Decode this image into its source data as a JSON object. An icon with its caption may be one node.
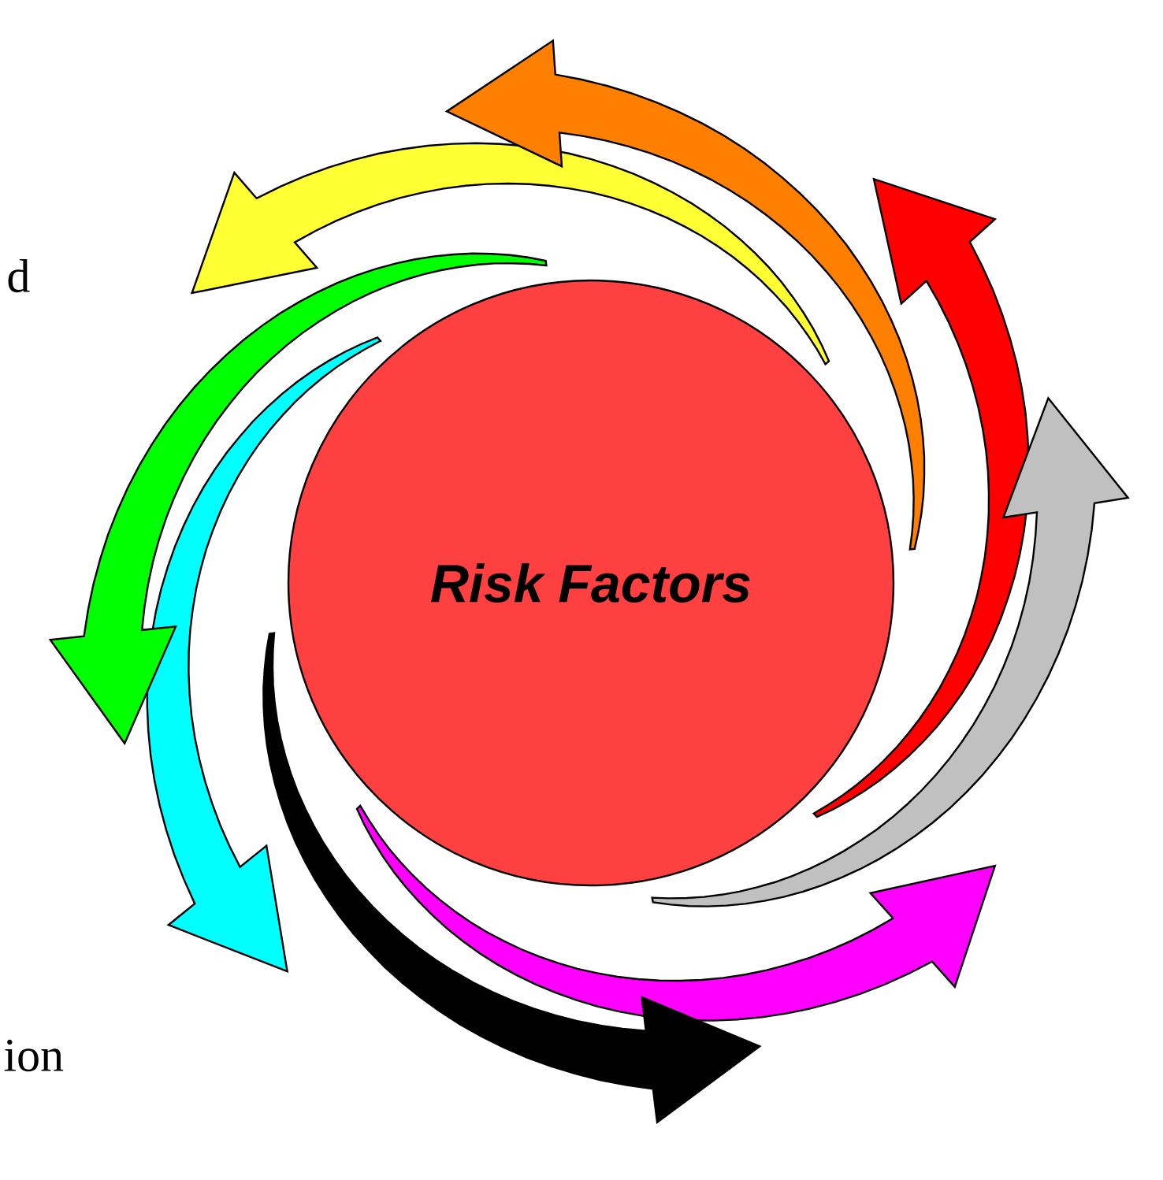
{
  "diagram": {
    "nodes": [
      {
        "text": [
          "Risk Factors"
        ]
      }
    ],
    "labels": [
      "d",
      "ion"
    ]
  }
}
